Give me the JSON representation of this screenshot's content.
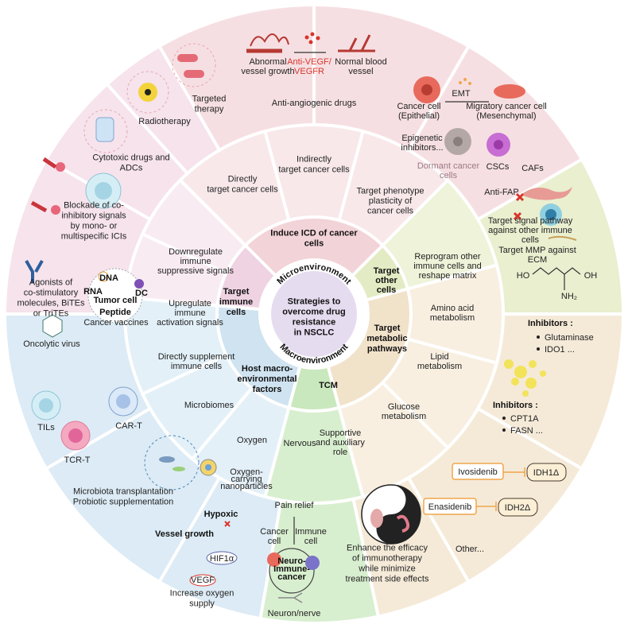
{
  "center": {
    "title": "Strategies to overcome drug resistance in NSCLC",
    "title_lines": [
      "Strategies to",
      "overcome drug",
      "resistance",
      "in NSCLC"
    ],
    "microenvironment": "Microenvironment",
    "macroenvironment": "Macroenvironment"
  },
  "categories": {
    "icd": [
      "Induce ICD of cancer",
      "cells"
    ],
    "immune": [
      "Target",
      "immune",
      "cells"
    ],
    "other": [
      "Target",
      "other",
      "cells"
    ],
    "metabolic": [
      "Target",
      "metabolic",
      "pathways"
    ],
    "tcm": "TCM",
    "host": [
      "Host macro-",
      "environmental",
      "factors"
    ]
  },
  "strategies": {
    "directly_target": [
      "Directly",
      "target cancer cells"
    ],
    "indirectly_target": [
      "Indirectly",
      "target cancer cells"
    ],
    "phenotype": [
      "Target phenotype",
      "plasticity of",
      "cancer cells"
    ],
    "reprogram": [
      "Reprogram other",
      "immune cells and",
      "reshape  matrix"
    ],
    "amino": [
      "Amino acid",
      "metabolism"
    ],
    "lipid": [
      "Lipid",
      "metabolism"
    ],
    "glucose": [
      "Glucose",
      "metabolism"
    ],
    "supportive": [
      "Supportive",
      "and auxiliary",
      "role"
    ],
    "nervous": "Nervous",
    "oxygen": "Oxygen",
    "microbiomes": "Microbiomes",
    "supplement": [
      "Directly supplement",
      "immune cells"
    ],
    "upregulate": [
      "Upregulate",
      "immune",
      "activation signals"
    ],
    "downregulate": [
      "Downregulate",
      "immune",
      "suppressive signals"
    ]
  },
  "outer": {
    "cytotoxic": {
      "label": [
        "Cytotoxic drugs and",
        "ADCs"
      ],
      "radiotherapy": "Radiotherapy",
      "targeted": [
        "Targeted",
        "therapy"
      ]
    },
    "angio": {
      "abnormal": [
        "Abnormal",
        "vessel growth"
      ],
      "drug": [
        "Anti-VEGF/",
        "VEGFR"
      ],
      "normal": [
        "Normal blood",
        "vessel"
      ],
      "label": "Anti-angiogenic drugs"
    },
    "emt": {
      "cancer_cell": [
        "Cancer cell",
        "(Epithelial)"
      ],
      "emt": "EMT",
      "migratory": [
        "Migratory cancer cell",
        "(Mesenchymal)"
      ],
      "epigenetic": [
        "Epigenetic",
        "inhibitors..."
      ],
      "dormant": [
        "Dormant cancer",
        "cells"
      ],
      "cscs": "CSCs"
    },
    "cafs": {
      "cafs": "CAFs",
      "anti_fap": "Anti-FAP",
      "signal": [
        "Target signal pathway",
        "against other immune",
        "cells"
      ],
      "mmp": [
        "Target MMP against",
        "ECM"
      ]
    },
    "amino": {
      "heading": "Inhibitors :",
      "items": [
        "Glutaminase",
        "IDO1 ..."
      ],
      "molecule_labels": [
        "HO",
        "OH",
        "NH₂"
      ]
    },
    "lipid": {
      "heading": "Inhibitors :",
      "items": [
        "CPT1A",
        "FASN ..."
      ]
    },
    "glucose": {
      "drug1": "Ivosidenib",
      "target1": "IDH1Δ",
      "drug2": "Enasidenib",
      "target2": "IDH2Δ",
      "other": "Other..."
    },
    "tcm": [
      "Enhance the efficacy",
      "of immunotherapy",
      "while minimize",
      "treatment side effects"
    ],
    "nerve": {
      "pain": "Pain relief",
      "cancer_cell": [
        "Cancer",
        "cell"
      ],
      "immune_cell": [
        "Immune",
        "cell"
      ],
      "center": [
        "Neuro-",
        "Immune-",
        "cancer"
      ],
      "neuron": "Neuron/nerve"
    },
    "oxygen": {
      "nanoparticles": [
        "Oxygen-",
        "carrying",
        "nanoparticles"
      ],
      "hypoxic": "Hypoxic",
      "vessel": "Vessel growth",
      "hif": "HIF1α",
      "vegf": "VEGF",
      "label": [
        "Increase oxygen",
        "supply"
      ]
    },
    "microbiota": [
      "Microbiota transplantation",
      "Probiotic supplementation"
    ],
    "cells": {
      "tils": "TILs",
      "cart": "CAR-T",
      "tcrt": "TCR-T"
    },
    "agonists": [
      "Agonists of",
      "co-stimulatory",
      "molecules, BiTEs",
      "or TriTEs"
    ],
    "oncolytic": "Oncolytic virus",
    "vaccine": {
      "label": "Cancer vaccines",
      "dna": "DNA",
      "rna": "RNA",
      "dc": "DC",
      "tumor": "Tumor cell",
      "peptide": "Peptide"
    },
    "blockade": [
      "Blockade of co-",
      "inhibitory signals",
      "by mono- or",
      "multispecific ICIs"
    ]
  },
  "colors": {
    "icd": "#f6dfe2",
    "icd_mid": "#f7e6e8",
    "immune": "#f3dfea",
    "immune_mid": "#f7e9f0",
    "other": "#e9efcf",
    "metabolic": "#f5ead8",
    "tcm": "#d8efcf",
    "host": "#dcebf5",
    "center": "#ffffff",
    "core": "#e6dcf0",
    "accent_red": "#d9342b",
    "accent_orange": "#f0a64b"
  }
}
